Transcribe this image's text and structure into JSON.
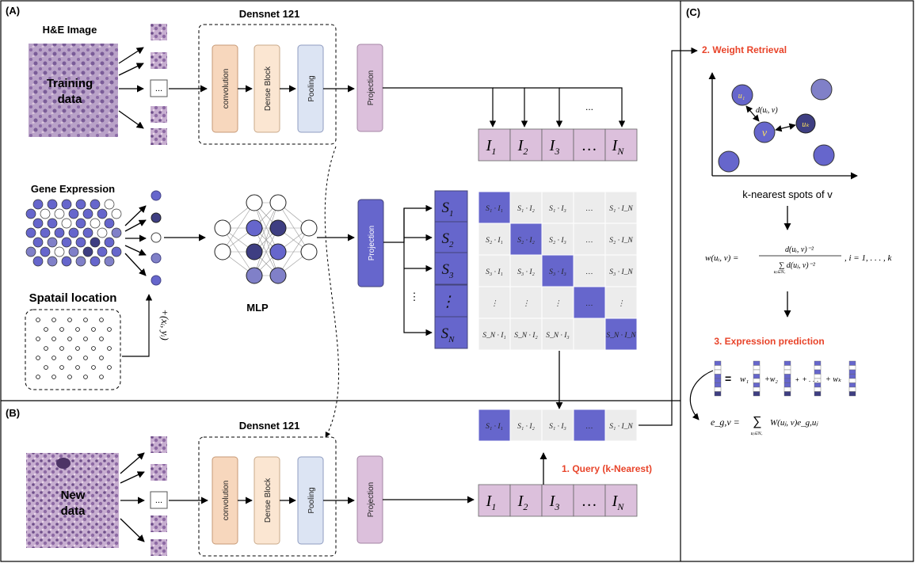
{
  "panels": {
    "a_label": "(A)",
    "b_label": "(B)",
    "c_label": "(C)"
  },
  "panel_a": {
    "he_image_title": "H&E Image",
    "training_data_label": [
      "Training",
      "data"
    ],
    "densenet_title": "Densnet 121",
    "blocks": [
      "convolution",
      "Dense Block",
      "Pooling",
      "Projection"
    ],
    "ellipsis_tile": "...",
    "image_tokens": [
      "I",
      "I",
      "I",
      "…",
      "I"
    ],
    "image_token_subs": [
      "1",
      "2",
      "3",
      "",
      "N"
    ],
    "dots_label": "...",
    "gene_expression_title": "Gene Expression",
    "spatial_location_title": "Spatail location",
    "coord_label": "+(xᵢ, yᵢ)",
    "mlp_label": "MLP",
    "spot_projection_label": "Projection",
    "spot_tokens": [
      "S",
      "S",
      "S",
      "⋮",
      "S"
    ],
    "spot_token_subs": [
      "1",
      "2",
      "3",
      "",
      "N"
    ],
    "vertical_dots": "⋮",
    "matrix_rows": [
      [
        "S₁ · I₁",
        "S₁ · I₂",
        "S₁ · I₃",
        "…",
        "S₁ · I_N"
      ],
      [
        "S₂ · I₁",
        "S₂ · I₂",
        "S₂ · I₃",
        "…",
        "S₂ · I_N"
      ],
      [
        "S₃ · I₁",
        "S₃ · I₂",
        "S₃ · I₃",
        "…",
        "S₃ · I_N"
      ],
      [
        "⋮",
        "⋮",
        "⋮",
        "…",
        "⋮"
      ],
      [
        "S_N · I₁",
        "S_N · I₂",
        "S_N · I₃",
        "",
        "S_N · I_N"
      ]
    ]
  },
  "panel_b": {
    "new_data_label": [
      "New",
      "data"
    ],
    "densenet_title": "Densnet 121",
    "blocks": [
      "convolution",
      "Dense Block",
      "Pooling",
      "Projection"
    ],
    "ellipsis_tile": "...",
    "result_row": [
      "S₁ · I₁",
      "S₁ · I₂",
      "S₁ · I₃",
      "…",
      "S₁ · I_N"
    ],
    "query_label": "1. Query (k-Nearest)",
    "image_tokens": [
      "I",
      "I",
      "I",
      "…",
      "I"
    ],
    "image_token_subs": [
      "1",
      "2",
      "3",
      "",
      "N"
    ]
  },
  "panel_c": {
    "weight_retrieval_title": "2. Weight Retrieval",
    "u1_label": "u₁",
    "v_label": "v",
    "uk_label": "uₖ",
    "distance_label": "d(uᵢ, v)",
    "knn_caption": "k-nearest spots of v",
    "weight_formula_lhs": "w(uᵢ, v) =",
    "weight_formula_num": "d(uᵢ, v)⁻²",
    "weight_formula_den": "∑ d(uⱼ, v)⁻²",
    "weight_formula_den_sub": "uⱼ⊆Nᵥ",
    "weight_formula_range": ", i = 1, . . . , k",
    "expression_title": "3. Expression prediction",
    "eq_sign": "=",
    "w1": "w₁",
    "w2": "+w₂",
    "plus_dots": "+ . . .",
    "wk": "+ wₖ",
    "plus1": "+",
    "final_lhs": "e_g,v =",
    "final_sum": "∑",
    "final_sum_sub": "uⱼ⊆Nᵥ",
    "final_rhs": "W(uⱼ, v)e_g,uⱼ"
  },
  "colors": {
    "conv": "#f7d7bd",
    "dense": "#fbe6d2",
    "pool": "#dce4f3",
    "projection": "#dcc0dc",
    "spot_blue": "#6666cc",
    "spot_dark": "#3e3e82",
    "spot_light": "#8080c8",
    "matrix_grey": "#ececec",
    "token_purple": "#dcc0dc",
    "query_red": "#e8442a"
  }
}
